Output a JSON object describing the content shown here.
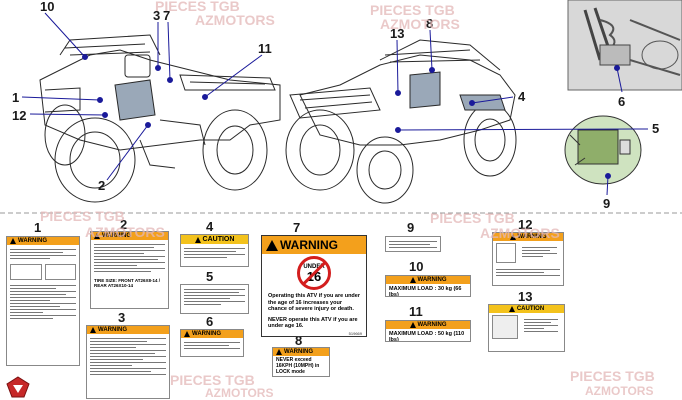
{
  "watermark": {
    "line1": "PIECES TGB",
    "line2": "AZMOTORS"
  },
  "callouts": {
    "n10": "10",
    "n3": "3",
    "n7": "7",
    "n11": "11",
    "n1": "1",
    "n12": "12",
    "n2": "2",
    "n13": "13",
    "n8": "8",
    "n4": "4",
    "n5": "5",
    "n6": "6",
    "n9": "9"
  },
  "labels": {
    "l1": {
      "num": "1",
      "title": "WARNING"
    },
    "l2": {
      "num": "2",
      "title": "WARNING",
      "text": "TIRE SIZE: FRONT AT26X8-14 / REAR AT26X10-14"
    },
    "l3": {
      "num": "3",
      "title": "WARNING"
    },
    "l4": {
      "num": "4",
      "title": "CAUTION"
    },
    "l5": {
      "num": "5"
    },
    "l6": {
      "num": "6",
      "title": "WARNING"
    },
    "l7": {
      "num": "7",
      "title": "WARNING",
      "under": "UNDER",
      "age": "16",
      "text1": "Operating this ATV if you are under the age of 16 increases your chance of severe injury or death.",
      "text2": "NEVER operate this ATV if you are under age 16.",
      "code": "519669"
    },
    "l8": {
      "num": "8",
      "title": "WARNING",
      "text": "NEVER exceed 16KPH (10MPH) in LOCK mode"
    },
    "l9": {
      "num": "9"
    },
    "l10": {
      "num": "10",
      "title": "WARNING",
      "text": "MAXIMUM LOAD : 30 kg (66 lbs)"
    },
    "l11": {
      "num": "11",
      "title": "WARNING",
      "text": "MAXIMUM LOAD : 50 kg (110 lbs)"
    },
    "l12": {
      "num": "12",
      "title": "WARNING"
    },
    "l13": {
      "num": "13",
      "title": "CAUTION"
    }
  },
  "colors": {
    "label_bar": "#f3a01c",
    "callout_line": "#1a1a9a",
    "watermark": "#e4b8b8"
  }
}
